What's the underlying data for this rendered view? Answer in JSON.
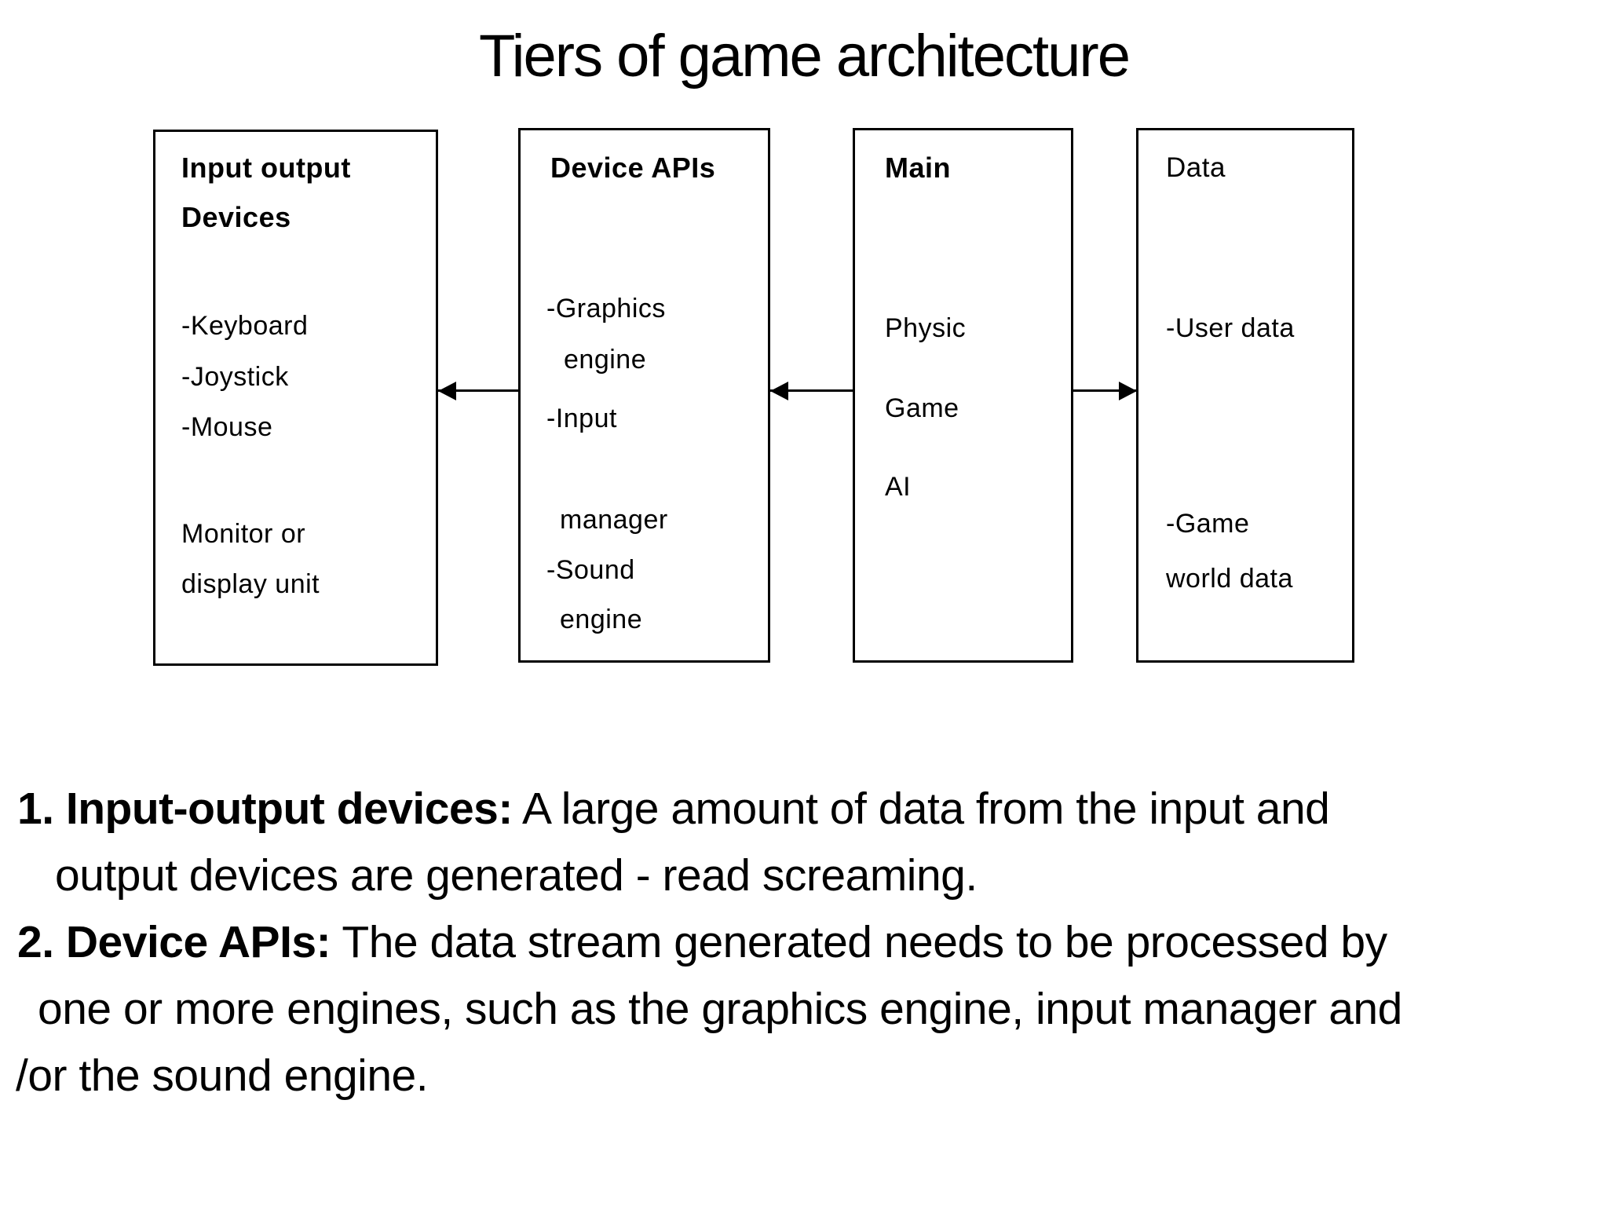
{
  "title": "Tiers of game architecture",
  "colors": {
    "text": "#000000",
    "background": "#ffffff",
    "border": "#000000"
  },
  "diagram": {
    "boxes": [
      {
        "name": "input-output-devices",
        "header": [
          "Input output",
          "Devices"
        ],
        "header_bold": true,
        "items": [
          "-Keyboard",
          "-Joystick",
          "-Mouse",
          "Monitor or",
          "display unit"
        ]
      },
      {
        "name": "device-apis",
        "header": [
          "Device APIs"
        ],
        "header_bold": true,
        "items": [
          "-Graphics",
          "engine",
          "-Input",
          "manager",
          "-Sound",
          "engine"
        ]
      },
      {
        "name": "main",
        "header": [
          "Main"
        ],
        "header_bold": true,
        "items": [
          "Physic",
          "Game",
          "AI"
        ]
      },
      {
        "name": "data",
        "header": [
          "Data"
        ],
        "header_bold": false,
        "items": [
          "-User data",
          "-Game",
          "world data"
        ]
      }
    ],
    "arrows": [
      {
        "name": "arrow-device-apis-to-io",
        "direction": "left"
      },
      {
        "name": "arrow-main-to-device-apis",
        "direction": "left"
      },
      {
        "name": "arrow-main-to-data",
        "direction": "right"
      }
    ]
  },
  "notes": [
    {
      "lead": "1. Input-output devices:",
      "rest": " A large amount of data from the input and"
    },
    {
      "rest": "output devices are generated - read screaming."
    },
    {
      "lead": "2. Device APIs:",
      "rest": " The data stream generated needs to be processed by"
    },
    {
      "rest": "one or more engines, such as the graphics engine, input manager and"
    },
    {
      "rest": "/or the sound engine."
    }
  ]
}
